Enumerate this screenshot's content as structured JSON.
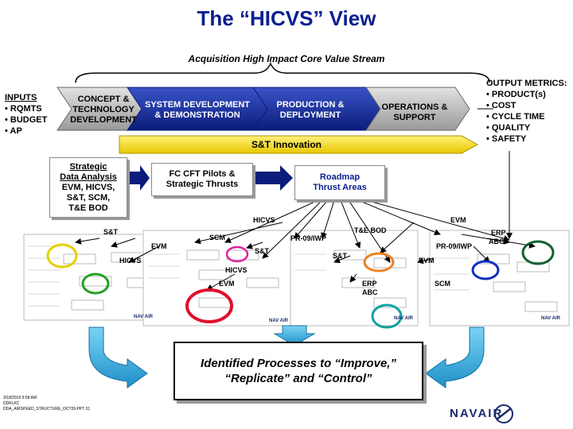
{
  "title": "The “HICVS” View",
  "subtitle": "Acquisition High Impact Core Value Stream",
  "inputs": {
    "heading": "INPUTS",
    "items": [
      "• RQMTS",
      "• BUDGET",
      "• AP"
    ]
  },
  "outputs": {
    "heading": "OUTPUT METRICS:",
    "items": [
      "• PRODUCT(s)",
      "• COST",
      "• CYCLE TIME",
      "• QUALITY",
      "• SAFETY"
    ]
  },
  "stages": {
    "s1": [
      "CONCEPT &",
      "TECHNOLOGY",
      "DEVELOPMENT"
    ],
    "s2": [
      "SYSTEM DEVELOPMENT",
      "& DEMONSTRATION"
    ],
    "s3": [
      "PRODUCTION &",
      "DEPLOYMENT"
    ],
    "s4": [
      "OPERATIONS &",
      "SUPPORT"
    ]
  },
  "innovation": "S&T Innovation",
  "boxes": {
    "strategic": [
      "Strategic",
      "Data Analysis",
      "EVM, HICVS,",
      "S&T, SCM,",
      "T&E BOD"
    ],
    "pilots": [
      "FC CFT Pilots &",
      "Strategic Thrusts"
    ],
    "roadmap": [
      "Roadmap",
      "Thrust Areas"
    ]
  },
  "labels": {
    "st1": "S&T",
    "hicvs_top": "HICVS",
    "scm1": "SCM",
    "evm1": "EVM",
    "hicvs1": "HICVS",
    "pr1": "PR-09/IWP",
    "st2": "S&T",
    "hicvs2": "HICVS",
    "evm2": "EVM",
    "teboD": "T&E BOD",
    "st3": "S&T",
    "erp1a": "ERP",
    "erp1b": "ABC",
    "evm_top": "EVM",
    "pr2": "PR-09/IWP",
    "evm3": "EVM",
    "scm2": "SCM",
    "erp2a": "ERP",
    "erp2b": "ABC"
  },
  "callout": [
    "Identified Processes to “Improve,”",
    "“Replicate” and “Control”"
  ],
  "footer": [
    "3/18/2016 5:58 AM",
    "DDKLKC",
    "DDA_AIRSPEED_STRUCTURE_OCT09.PPT 31"
  ],
  "logo": "NAVAIR"
}
